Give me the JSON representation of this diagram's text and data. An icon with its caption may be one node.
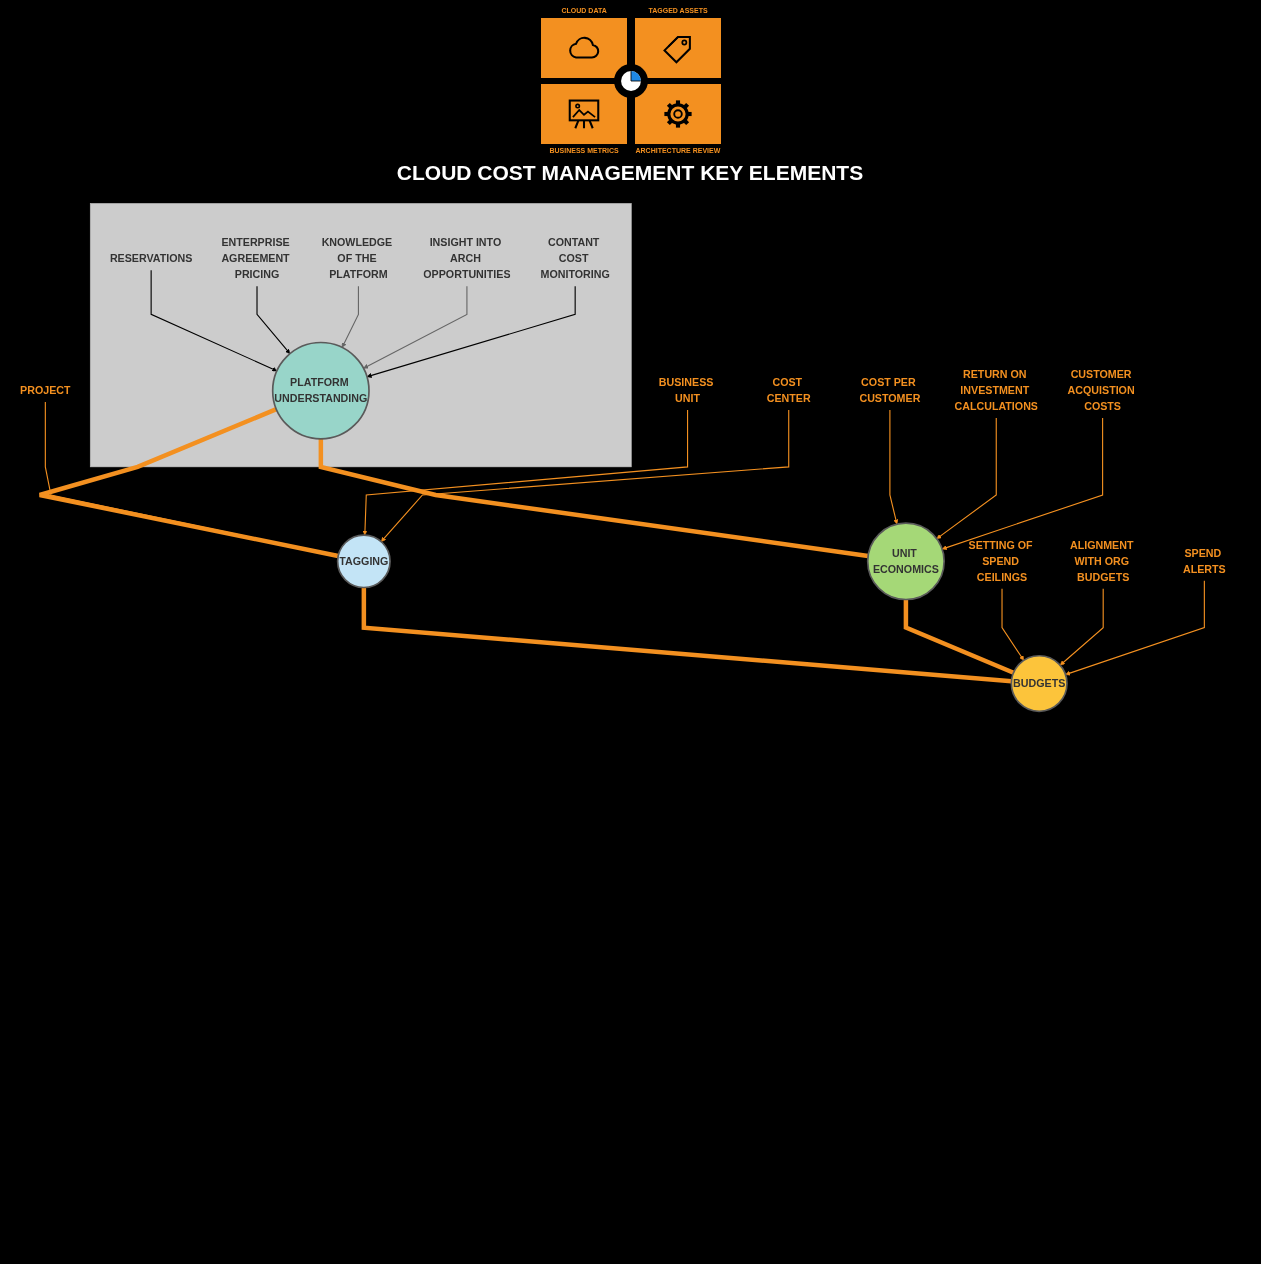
{
  "diagram": {
    "title": "CLOUD COST MANAGEMENT KEY ELEMENTS",
    "nodes": [
      {
        "text": [],
        "shape": "box"
      },
      {
        "text": [
          "RESERVATIONS"
        ],
        "in": 0
      },
      {
        "text": [
          "ENTERPRISE AGREEMENT PRICING"
        ],
        "in": 0
      },
      {
        "text": [
          "KNOWLEDGE OF THE PLATFORM"
        ],
        "in": 0
      },
      {
        "text": [
          "INSIGHT INTO ARCH OPPORTUNITIES"
        ],
        "in": 0
      },
      {
        "text": [
          "CONTANT COST MONITORING"
        ],
        "in": 0
      },
      {
        "text": [
          "PLATFORM UNDERSTANDING"
        ],
        "in": 0
      },
      {
        "text": [
          "PROJECT"
        ]
      },
      {
        "text": [
          "COST PER CUSTOMER"
        ]
      },
      {
        "text": [
          "BUSINESS UNIT"
        ]
      },
      {
        "text": [
          "TAGGING"
        ]
      },
      {
        "text": [
          "UNIT ECONOMICS"
        ]
      },
      {
        "text": [
          "RETURN ON INVESTMENT CALCULATIONS"
        ]
      },
      {
        "text": [
          "COST CENTER"
        ]
      },
      {
        "text": [
          "CUSTOMER ACQUISTION COSTS"
        ]
      },
      {
        "text": [
          "BUDGETS"
        ]
      },
      {
        "text": [
          "SETTING OF SPEND CEILINGS"
        ]
      },
      {
        "text": [
          "ALIGNMENT WITH ORG BUDGETS"
        ]
      },
      {
        "text": [
          "SPEND ALERTS"
        ]
      }
    ],
    "edges": [
      {
        "from": 1,
        "to": 6,
        "arrow": "to",
        "color": "#000000"
      },
      {
        "from": 2,
        "to": 6,
        "arrow": "to",
        "color": "#000000"
      },
      {
        "from": 3,
        "to": 6,
        "arrow": "to",
        "color": "#666666"
      },
      {
        "from": 4,
        "to": 6,
        "arrow": "to",
        "color": "#666666"
      },
      {
        "from": 5,
        "to": 6,
        "arrow": "to",
        "color": "#000000"
      },
      {
        "from": 6,
        "to": 10,
        "arrow": "none",
        "style": "thick"
      },
      {
        "from": 6,
        "to": 11,
        "arrow": "none",
        "style": "thick"
      },
      {
        "from": 10,
        "to": 15,
        "arrow": "none",
        "style": "thick"
      },
      {
        "from": 11,
        "to": 15,
        "arrow": "none",
        "style": "thick"
      },
      {
        "from": 7,
        "to": 10,
        "arrow": "to"
      },
      {
        "from": 9,
        "to": 10,
        "arrow": "to"
      },
      {
        "from": 13,
        "to": 10,
        "arrow": "to"
      },
      {
        "from": 8,
        "to": 11,
        "arrow": "to"
      },
      {
        "from": 12,
        "to": 11,
        "arrow": "to"
      },
      {
        "from": 14,
        "to": 11,
        "arrow": "to"
      },
      {
        "from": 16,
        "to": 15,
        "arrow": "to"
      },
      {
        "from": 17,
        "to": 15,
        "arrow": "to"
      },
      {
        "from": 18,
        "to": 15,
        "arrow": "to"
      }
    ],
    "labels": [
      "CLOUD DATA",
      "TAGGED ASSETS",
      "BUSINESS METRICS",
      "ARCHITECTURE REVIEW"
    ]
  }
}
